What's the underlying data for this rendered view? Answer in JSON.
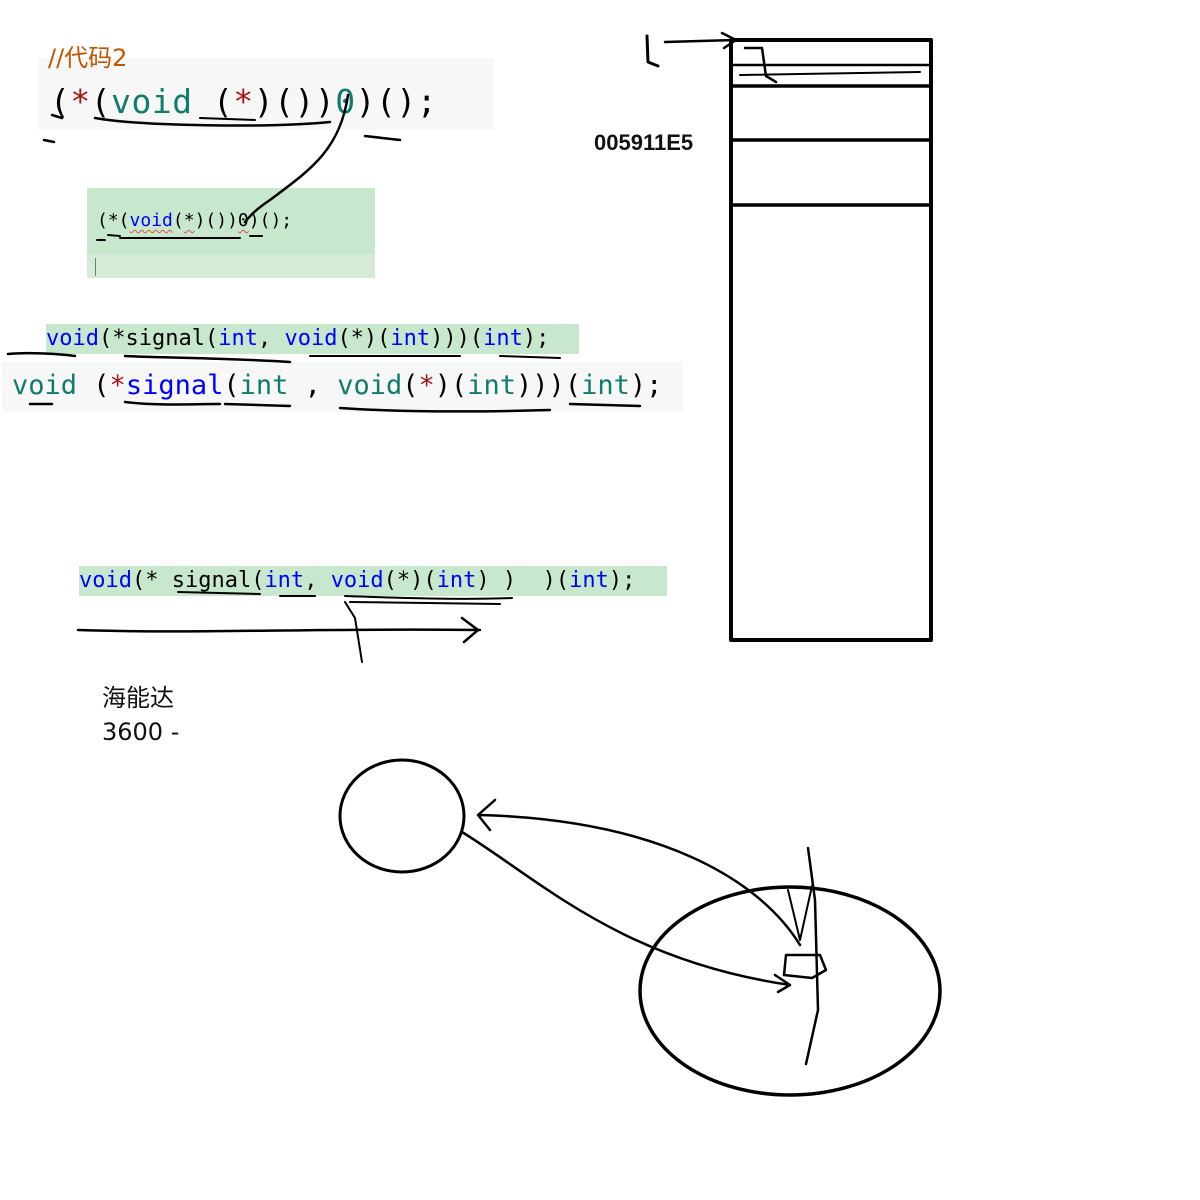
{
  "snippet1": {
    "clipped_line": "//代码2",
    "code": [
      {
        "t": "(",
        "c": "plain"
      },
      {
        "t": "*",
        "c": "op-red"
      },
      {
        "t": "(",
        "c": "plain"
      },
      {
        "t": "void",
        "c": "kw-teal"
      },
      {
        "t": " (",
        "c": "plain"
      },
      {
        "t": "*",
        "c": "op-red"
      },
      {
        "t": ")())",
        "c": "plain"
      },
      {
        "t": "0",
        "c": "kw-teal"
      },
      {
        "t": ")();",
        "c": "plain"
      }
    ]
  },
  "snippet2": {
    "code_a": "(*(",
    "code_b": "void",
    "code_c": "(",
    "code_d": "*",
    "code_e": ")())",
    "code_f": "0",
    "code_g": ")();"
  },
  "snippet3": {
    "code": [
      {
        "t": "void",
        "c": "kw"
      },
      {
        "t": "(*signal(",
        "c": "plain"
      },
      {
        "t": "int",
        "c": "kw"
      },
      {
        "t": ", ",
        "c": "plain"
      },
      {
        "t": "void",
        "c": "kw"
      },
      {
        "t": "(*)(",
        "c": "plain"
      },
      {
        "t": "int",
        "c": "kw"
      },
      {
        "t": ")))(",
        "c": "plain"
      },
      {
        "t": "int",
        "c": "kw"
      },
      {
        "t": ");",
        "c": "plain"
      }
    ]
  },
  "snippet4": {
    "code": [
      {
        "t": "void",
        "c": "kw-teal"
      },
      {
        "t": " (",
        "c": "plain"
      },
      {
        "t": "*",
        "c": "op-red"
      },
      {
        "t": "signal",
        "c": "kw"
      },
      {
        "t": "(",
        "c": "plain"
      },
      {
        "t": "int",
        "c": "kw-teal"
      },
      {
        "t": " , ",
        "c": "plain"
      },
      {
        "t": "void",
        "c": "kw-teal"
      },
      {
        "t": "(",
        "c": "plain"
      },
      {
        "t": "*",
        "c": "op-red"
      },
      {
        "t": ")(",
        "c": "plain"
      },
      {
        "t": "int",
        "c": "kw-teal"
      },
      {
        "t": ")))(",
        "c": "plain"
      },
      {
        "t": "int",
        "c": "kw-teal"
      },
      {
        "t": ");",
        "c": "plain"
      }
    ]
  },
  "snippet5": {
    "code": [
      {
        "t": "void",
        "c": "kw"
      },
      {
        "t": "(* signal(",
        "c": "plain"
      },
      {
        "t": "int",
        "c": "kw"
      },
      {
        "t": ", ",
        "c": "plain"
      },
      {
        "t": "void",
        "c": "kw"
      },
      {
        "t": "(*)(",
        "c": "plain"
      },
      {
        "t": "int",
        "c": "kw"
      },
      {
        "t": ") )  )(",
        "c": "plain"
      },
      {
        "t": "int",
        "c": "kw"
      },
      {
        "t": ");",
        "c": "plain"
      }
    ]
  },
  "hex_label": "005911E5",
  "note": {
    "name": "海能达",
    "number": "3600 -"
  },
  "colors": {
    "keyword_blue": "#0000ff",
    "keyword_teal": "#107c6b",
    "operator_red": "#a31515",
    "highlight_green": "#c8e8cd",
    "snippet_grey": "#f7f7f7"
  }
}
